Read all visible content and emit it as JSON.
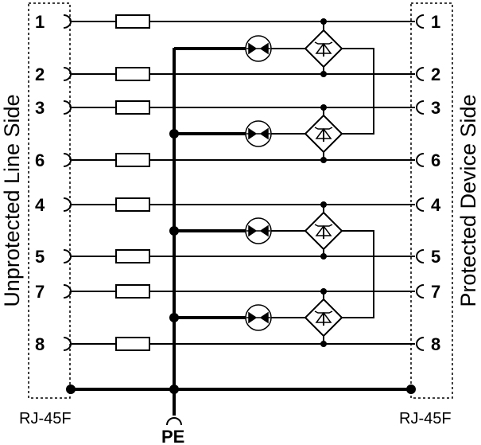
{
  "diagram": {
    "left_side_label": "Unprotected Line Side",
    "right_side_label": "Protected Device Side",
    "left_connector": "RJ-45F",
    "right_connector": "RJ-45F",
    "ground_label": "PE",
    "pins": [
      "1",
      "2",
      "3",
      "6",
      "4",
      "5",
      "7",
      "8"
    ],
    "protection_pairs": [
      [
        "1",
        "2"
      ],
      [
        "3",
        "6"
      ],
      [
        "4",
        "5"
      ],
      [
        "7",
        "8"
      ]
    ],
    "components": {
      "series_element": "resistor-icon",
      "gas_discharge_tube": "gas-discharge-tube-icon",
      "bridge_suppressor": "diode-bridge-tvs-icon"
    }
  }
}
